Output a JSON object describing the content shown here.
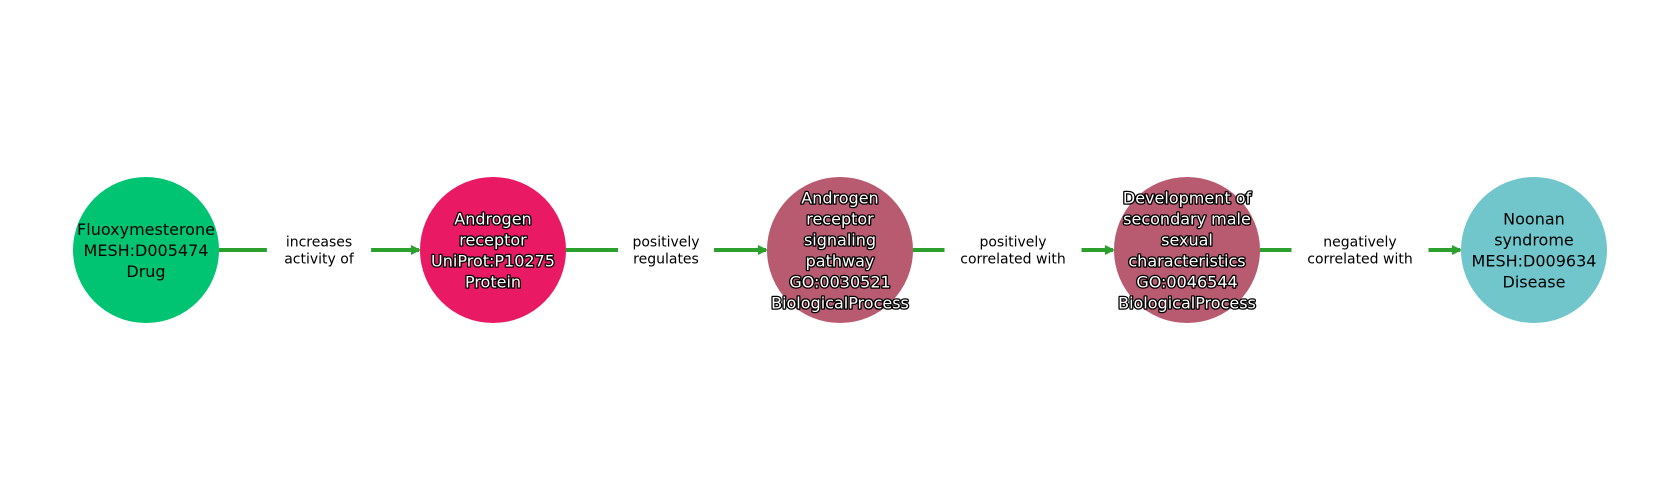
{
  "graph": {
    "nodes": [
      {
        "lines": [
          "Fluoxymesterone",
          "MESH:D005474",
          "Drug"
        ],
        "color": "#00c472",
        "text_style": "plain"
      },
      {
        "lines": [
          "Androgen",
          "receptor",
          "UniProt:P10275",
          "Protein"
        ],
        "color": "#e91a63",
        "text_style": "outlined"
      },
      {
        "lines": [
          "Androgen",
          "receptor",
          "signaling",
          "pathway",
          "GO:0030521",
          "BiologicalProcess"
        ],
        "color": "#b85b70",
        "text_style": "outlined"
      },
      {
        "lines": [
          "Development of",
          "secondary male",
          "sexual",
          "characteristics",
          "GO:0046544",
          "BiologicalProcess"
        ],
        "color": "#b85b70",
        "text_style": "outlined"
      },
      {
        "lines": [
          "Noonan",
          "syndrome",
          "MESH:D009634",
          "Disease"
        ],
        "color": "#70c6cb",
        "text_style": "plain"
      }
    ],
    "edges": [
      {
        "lines": [
          "increases",
          "activity of"
        ]
      },
      {
        "lines": [
          "positively",
          "regulates"
        ]
      },
      {
        "lines": [
          "positively",
          "correlated with"
        ]
      },
      {
        "lines": [
          "negatively",
          "correlated with"
        ]
      }
    ],
    "edge_color": "#2ca02c"
  }
}
